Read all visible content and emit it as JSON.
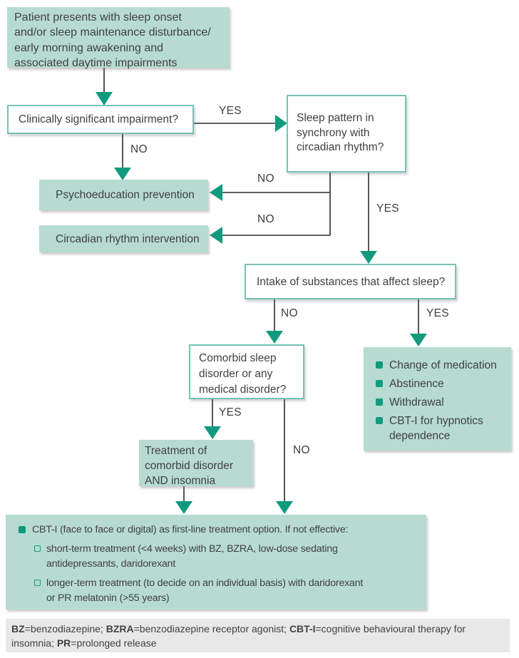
{
  "colors": {
    "teal_fill": "#b7dbd1",
    "teal_dark": "#119a7e",
    "box_border": "#74c3b2",
    "text": "#414042",
    "footer_bg": "#e8e8e9",
    "line": "#2e2a2b"
  },
  "flowchart": {
    "patient": {
      "lines": [
        "Patient presents with sleep onset",
        "and/or sleep maintenance disturbance/",
        "early morning awakening and",
        "associated daytime impairments"
      ]
    },
    "clinical_impairment": {
      "question": "Clinically significant impairment?"
    },
    "sleep_pattern": {
      "lines": [
        "Sleep pattern in",
        "synchrony with",
        "circadian rhythm?"
      ]
    },
    "psychoeducation": {
      "text": "Psychoeducation prevention"
    },
    "circadian_intervention": {
      "text": "Circadian rhythm intervention"
    },
    "substance_intake": {
      "question": "Intake of substances that affect sleep?"
    },
    "comorbid": {
      "lines": [
        "Comorbid sleep",
        "disorder or any",
        "medical disorder?"
      ]
    },
    "substance_actions": {
      "items": [
        "Change of medication",
        "Abstinence",
        "Withdrawal",
        "CBT-I for hypnotics dependence"
      ]
    },
    "comorbid_treatment": {
      "lines": [
        "Treatment of",
        "comorbid disorder",
        "AND insomnia"
      ]
    },
    "first_line_treatment": {
      "main": "CBT-I (face to face or digital) as first-line treatment option. If not effective:",
      "sub": [
        "short-term treatment (<4 weeks) with BZ, BZRA, low-dose sedating antidepressants, daridorexant",
        "longer-term treatment (to decide on an individual basis) with daridorexant or PR melatonin (>55 years)"
      ]
    },
    "edge_labels": [
      "YES",
      "NO",
      "NO",
      "NO",
      "YES",
      "NO",
      "YES",
      "YES",
      "NO"
    ]
  },
  "footer": {
    "segments": [
      {
        "text": "BZ",
        "bold": true
      },
      {
        "text": "=benzodiazepine; ",
        "bold": false
      },
      {
        "text": "BZRA",
        "bold": true
      },
      {
        "text": "=benzodiazepine receptor agonist; ",
        "bold": false
      },
      {
        "text": "CBT-I",
        "bold": true
      },
      {
        "text": "=cognitive behavioural therapy for insomnia; ",
        "bold": false
      },
      {
        "text": "PR",
        "bold": true
      },
      {
        "text": "=prolonged release",
        "bold": false
      }
    ]
  }
}
